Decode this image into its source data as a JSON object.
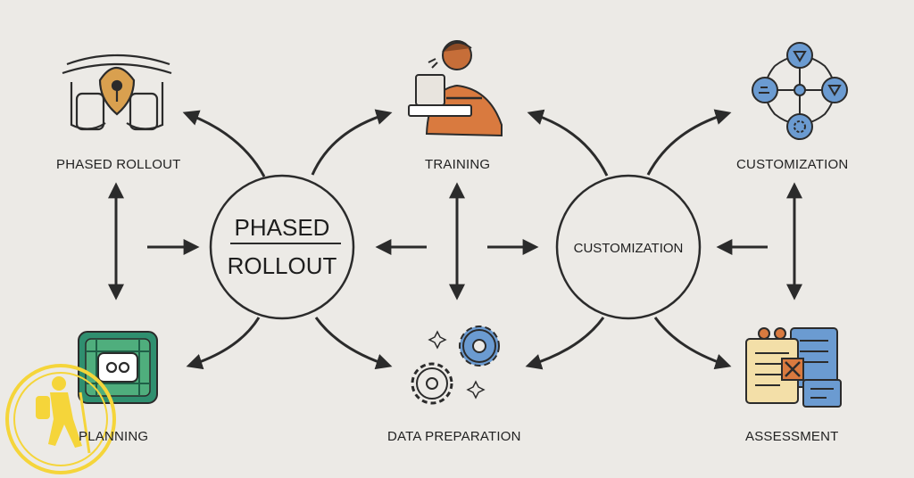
{
  "hubs": {
    "left": {
      "line1": "PHASED",
      "line2": "ROLLOUT"
    },
    "right": {
      "label": "CUSTOMIZATION"
    }
  },
  "nodes": {
    "top_left": {
      "label": "PHASED ROLLOUT",
      "icon": "shield-keyhole-icon"
    },
    "bottom_left": {
      "label": "PLANNING",
      "icon": "planning-grid-icon"
    },
    "top_center": {
      "label": "TRAINING",
      "icon": "trainer-person-icon"
    },
    "bottom_center": {
      "label": "DATA PREPARATION",
      "icon": "gears-icon"
    },
    "top_right": {
      "label": "CUSTOMIZATION",
      "icon": "network-nodes-icon"
    },
    "bottom_right": {
      "label": "ASSESSMENT",
      "icon": "documents-icon"
    }
  },
  "colors": {
    "background": "#eceae6",
    "line": "#2b2b2b",
    "accent_orange": "#d97a3f",
    "accent_blue": "#6b9bd1",
    "accent_green": "#2f8f6f",
    "watermark": "#f5d53a"
  }
}
